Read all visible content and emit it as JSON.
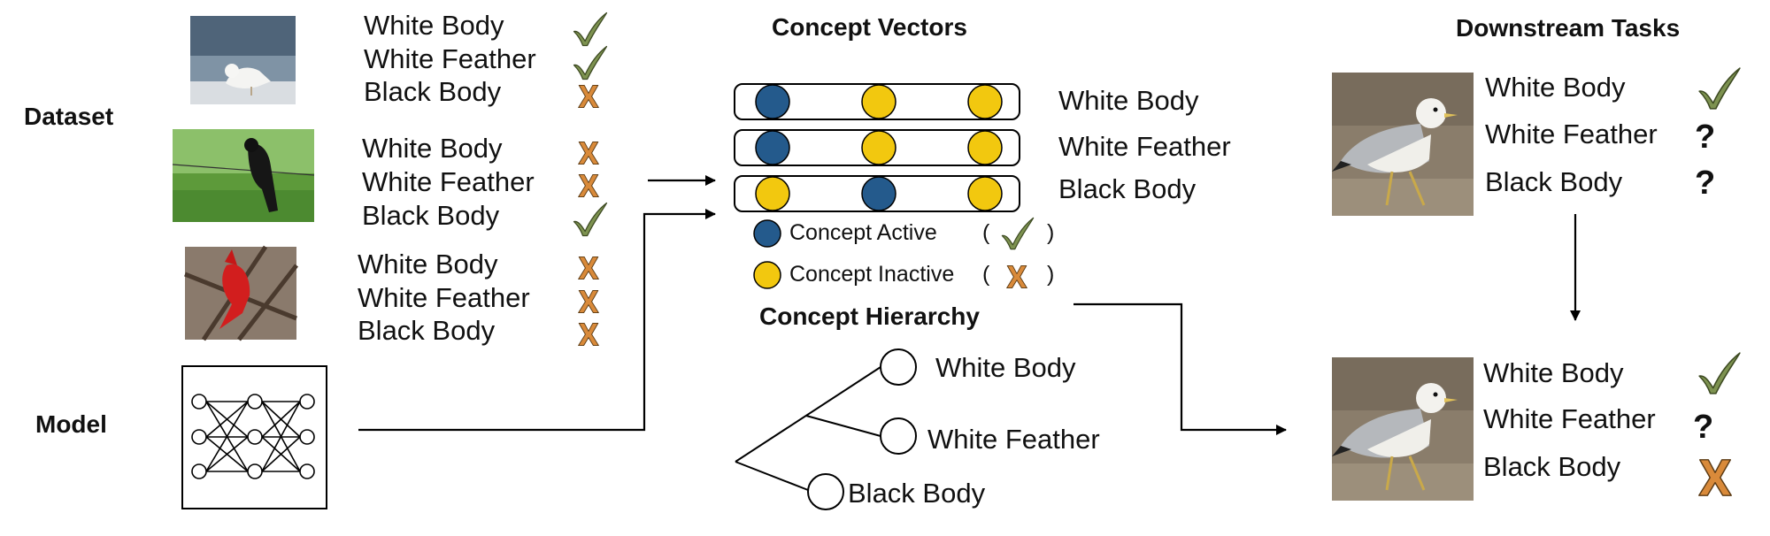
{
  "sections": {
    "dataset": "Dataset",
    "model": "Model",
    "concept_vectors": "Concept Vectors",
    "concept_hierarchy": "Concept Hierarchy",
    "downstream_tasks": "Downstream Tasks"
  },
  "concepts": [
    "White Body",
    "White Feather",
    "Black Body"
  ],
  "dataset_samples": [
    {
      "bird": "white gull on water",
      "labels": [
        {
          "text": "White Body",
          "mark": "check"
        },
        {
          "text": "White Feather",
          "mark": "check"
        },
        {
          "text": "Black Body",
          "mark": "cross"
        }
      ]
    },
    {
      "bird": "black bird on wire",
      "labels": [
        {
          "text": "White Body",
          "mark": "cross"
        },
        {
          "text": "White Feather",
          "mark": "cross"
        },
        {
          "text": "Black Body",
          "mark": "check"
        }
      ]
    },
    {
      "bird": "red cardinal on branch",
      "labels": [
        {
          "text": "White Body",
          "mark": "cross"
        },
        {
          "text": "White Feather",
          "mark": "cross"
        },
        {
          "text": "Black Body",
          "mark": "cross"
        }
      ]
    }
  ],
  "concept_vector_rows": [
    {
      "label": "White Body",
      "dots": [
        "active",
        "inactive",
        "inactive"
      ]
    },
    {
      "label": "White Feather",
      "dots": [
        "active",
        "inactive",
        "inactive"
      ]
    },
    {
      "label": "Black Body",
      "dots": [
        "inactive",
        "active",
        "inactive"
      ]
    }
  ],
  "legend": {
    "active": "Concept Active",
    "inactive": "Concept Inactive",
    "paren_open": "(",
    "paren_close": ")"
  },
  "hierarchy_nodes": [
    "White Body",
    "White Feather",
    "Black Body"
  ],
  "downstream_before": [
    {
      "text": "White Body",
      "mark": "check"
    },
    {
      "text": "White Feather",
      "mark": "?"
    },
    {
      "text": "Black Body",
      "mark": "?"
    }
  ],
  "downstream_after": [
    {
      "text": "White Body",
      "mark": "check"
    },
    {
      "text": "White Feather",
      "mark": "?"
    },
    {
      "text": "Black Body",
      "mark": "cross"
    }
  ],
  "colors": {
    "active": "#245a8c",
    "inactive": "#f2c80f",
    "check": "#7d9250",
    "cross": "#d98a3a",
    "line": "#000000"
  }
}
